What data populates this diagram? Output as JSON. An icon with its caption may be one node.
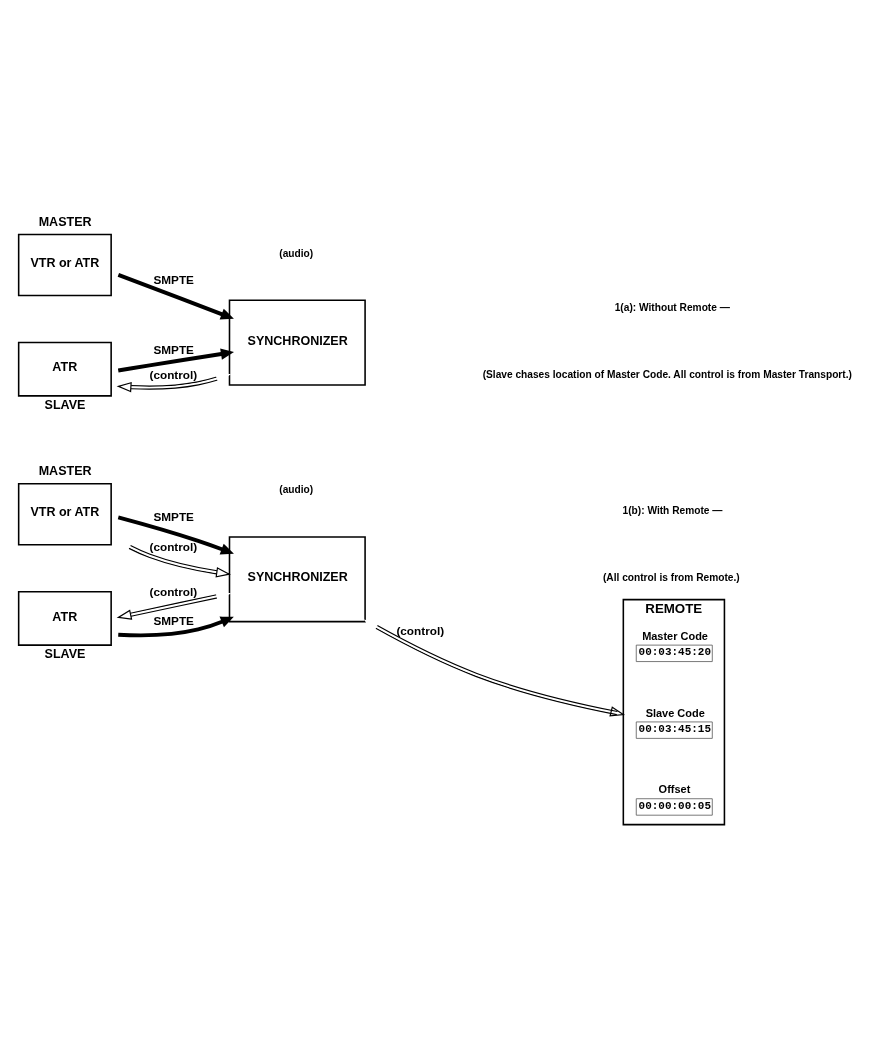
{
  "diagram": {
    "nodes": [
      {
        "text": [
          "MASTER",
          "VTR or ATR"
        ]
      },
      {
        "text": [
          "SYNCHRONIZER"
        ]
      },
      {
        "text": [
          "ATR",
          "SLAVE"
        ]
      },
      {
        "text": [
          "MASTER",
          "VTR or ATR"
        ]
      },
      {
        "text": [
          "SYNCHRONIZER"
        ]
      },
      {
        "text": [
          "ATR",
          "SLAVE"
        ]
      },
      {
        "text": [
          "REMOTE"
        ]
      },
      {
        "text": [
          "Master Code",
          "00:03:45:20"
        ],
        "in": 6
      },
      {
        "text": [
          "Slave Code",
          "00:03:45:15"
        ],
        "in": 6
      },
      {
        "text": [
          "Offset",
          "00:00:00:05"
        ],
        "in": 6
      }
    ],
    "edges": [
      {
        "from": 0,
        "to": 1,
        "arrow": "to",
        "label": "SMPTE",
        "style": "thick"
      },
      {
        "from": 2,
        "to": 1,
        "arrow": "to",
        "label": "SMPTE",
        "style": "thick"
      },
      {
        "from": 1,
        "to": 2,
        "arrow": "both",
        "label": "(control)"
      },
      {
        "from": 3,
        "to": 4,
        "arrow": "both",
        "label": "(control)"
      },
      {
        "from": 3,
        "to": 4,
        "arrow": "to",
        "label": "SMPTE",
        "style": "thick"
      },
      {
        "from": 5,
        "to": 4,
        "arrow": "to",
        "label": "SMPTE",
        "style": "thick"
      },
      {
        "from": 4,
        "to": 5,
        "arrow": "both",
        "label": "(control)"
      },
      {
        "from": 4,
        "to": 6,
        "arrow": "both",
        "label": "(control)"
      }
    ],
    "labels": [
      "(audio)",
      "1(a): Without Remote —",
      "(Slave chases location of Master Code. All control is from Master Transport.)",
      "1(b): With Remote —",
      "(All control is from Remote.)",
      "(audio)"
    ]
  }
}
